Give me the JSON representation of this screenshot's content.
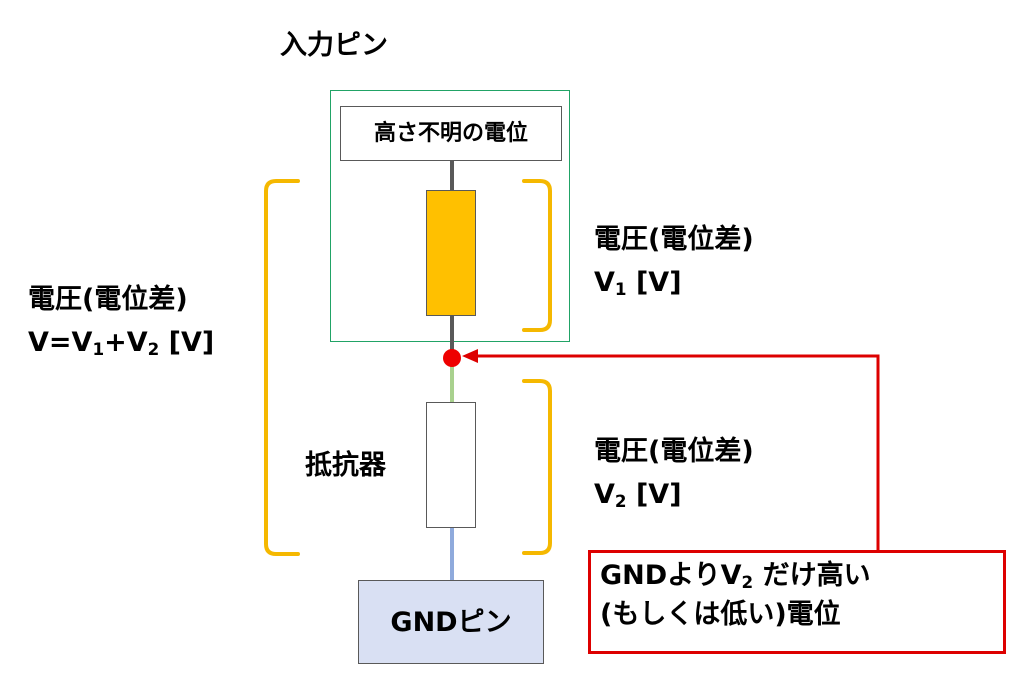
{
  "input_pin": {
    "label": "入力ピン",
    "unknown_potential": "高さ不明の電位"
  },
  "voltage_total": {
    "line1": "電圧(電位差)",
    "v": "V",
    "eq": "=",
    "v1_base": "V",
    "v1_sub": "1",
    "plus": "+",
    "v2_base": "V",
    "v2_sub": "2",
    "unit": " [V]"
  },
  "voltage_v1": {
    "line1": "電圧(電位差)",
    "base": "V",
    "sub": "1",
    "unit": " [V]"
  },
  "voltage_v2": {
    "line1": "電圧(電位差)",
    "base": "V",
    "sub": "2",
    "unit": " [V]"
  },
  "resistor": {
    "label": "抵抗器"
  },
  "gnd_pin": {
    "label": "GNDピン"
  },
  "callout": {
    "line1_a": "GNDよりV",
    "line1_sub": "2",
    "line1_b": " だけ高い",
    "line2": "(もしくは低い)電位"
  },
  "colors": {
    "input_box_border": "#21a366",
    "upper_element_fill": "#ffc000",
    "bracket": "#f5b800",
    "node": "#ee0000",
    "callout_border": "#dd0000",
    "gnd_fill": "#d9e0f3",
    "wire_gray": "#595959",
    "wire_green": "#a9d18e",
    "wire_blue": "#8faadc"
  }
}
